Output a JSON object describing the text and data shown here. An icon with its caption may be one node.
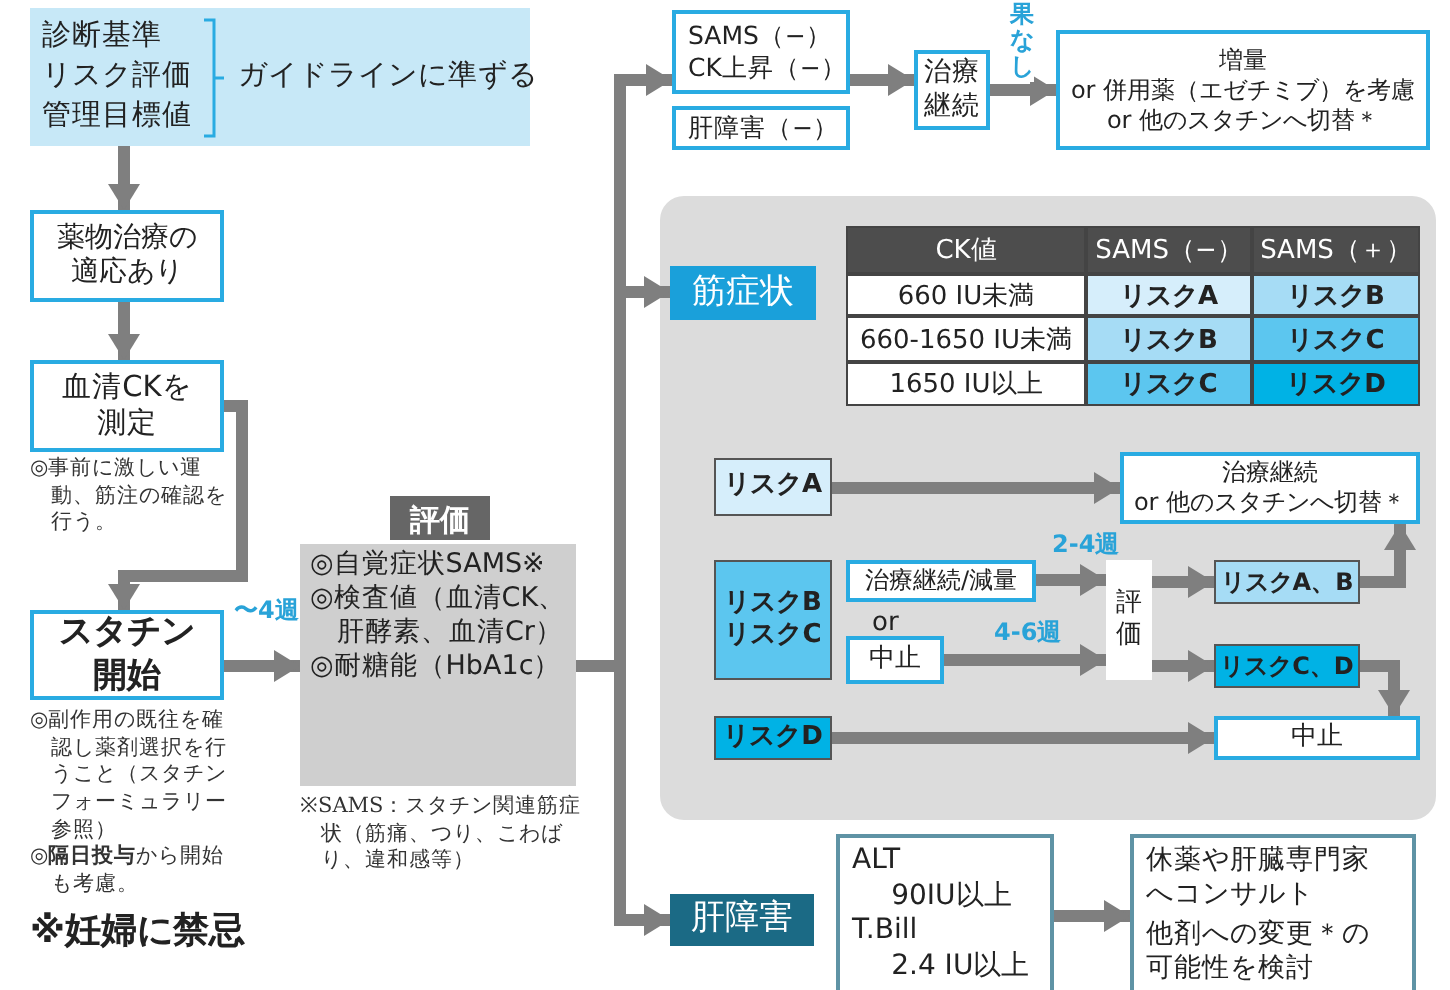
{
  "diagram": {
    "nodes": [
      {
        "text": [
          "診断基準",
          "リスク評価",
          "管理目標値",
          "ガイドラインに準ずる"
        ]
      },
      {
        "text": [
          "薬物治療の適応あり"
        ]
      },
      {
        "text": [
          "血清CKを測定"
        ],
        "beside": [
          "◎事前に激しい運動、筋注の確認を行う。"
        ]
      },
      {
        "text": [
          "スタチン開始"
        ],
        "beside": [
          "◎副作用の既往を確認し薬剤選択を行うこと（スタチンフォーミュラリー参照）",
          "◎**隔日投与**から開始も考慮。"
        ]
      },
      {
        "text": [
          "評価",
          "◎自覚症状SAMS※",
          "◎検査値（血清CK、肝酵素、血清Cr）",
          "◎耐糖能（HbA1c）"
        ],
        "beside": [
          "※SAMS：スタチン関連筋症状（筋痛、つり、こわばり、違和感等）"
        ]
      },
      {
        "text": [
          "SAMS（−）",
          "CK上昇（−）"
        ]
      },
      {
        "text": [
          "肝障害（−）"
        ]
      },
      {
        "text": [
          "治療継続"
        ]
      },
      {
        "text": [
          "増量",
          "or 併用薬（エゼチミブ）を考慮",
          "or 他のスタチンへ切替＊"
        ]
      },
      {
        "text": [],
        "shape": "box"
      },
      {
        "text": [
          "筋症状"
        ],
        "in": 9
      },
      {
        "text": [
          "リスクA"
        ],
        "in": 9
      },
      {
        "text": [
          "治療継続",
          "or 他のスタチンへ切替＊"
        ],
        "in": 9
      },
      {
        "text": [
          "リスクB",
          "リスクC"
        ],
        "in": 9
      },
      {
        "text": [
          "治療継続/減量"
        ],
        "in": 9
      },
      {
        "text": [
          "中止"
        ],
        "in": 9
      },
      {
        "text": [
          "評価"
        ],
        "in": 9
      },
      {
        "text": [
          "リスクA、B"
        ],
        "in": 9
      },
      {
        "text": [
          "リスクC、D"
        ],
        "in": 9
      },
      {
        "text": [
          "リスクD"
        ],
        "in": 9
      },
      {
        "text": [
          "中止"
        ],
        "in": 9
      },
      {
        "text": [
          "肝障害"
        ]
      },
      {
        "text": [
          "ALT",
          "90IU以上",
          "T.Bill",
          "2.4 IU以上"
        ]
      },
      {
        "text": [
          "休薬や肝臓専門家へコンサルト",
          "他剤への変更＊の可能性を検討"
        ]
      }
    ],
    "edges": [
      {
        "from": 0,
        "to": 1,
        "arrow": "to"
      },
      {
        "from": 1,
        "to": 2,
        "arrow": "to"
      },
      {
        "from": 2,
        "to": 3,
        "arrow": "to"
      },
      {
        "from": 3,
        "to": 4,
        "arrow": "to",
        "label": "〜4週"
      },
      {
        "from": 4,
        "to": 5,
        "arrow": "to"
      },
      {
        "from": 4,
        "to": 10,
        "arrow": "to"
      },
      {
        "from": 4,
        "to": 21,
        "arrow": "to"
      },
      {
        "from": 5,
        "to": 7,
        "arrow": "to"
      },
      {
        "from": 7,
        "to": 8,
        "arrow": "to",
        "label": "果なし"
      },
      {
        "from": 11,
        "to": 12,
        "arrow": "to"
      },
      {
        "from": 14,
        "to": 16,
        "arrow": "to",
        "label": "2-4週"
      },
      {
        "from": 15,
        "to": 16,
        "arrow": "to",
        "label": "4-6週"
      },
      {
        "from": 16,
        "to": 17,
        "arrow": "to"
      },
      {
        "from": 16,
        "to": 18,
        "arrow": "to"
      },
      {
        "from": 17,
        "to": 12,
        "arrow": "to"
      },
      {
        "from": 18,
        "to": 20,
        "arrow": "to"
      },
      {
        "from": 19,
        "to": 20,
        "arrow": "to"
      },
      {
        "from": 22,
        "to": 23,
        "arrow": "to"
      }
    ],
    "labels": [
      "※妊婦に禁忌",
      "CK値",
      "SAMS（−）",
      "SAMS（＋）",
      "660 IU未満",
      "リスクA",
      "リスクB",
      "660-1650 IU未満",
      "リスクB",
      "リスクC",
      "1650 IU以上",
      "リスクC",
      "リスクD",
      "or"
    ]
  }
}
